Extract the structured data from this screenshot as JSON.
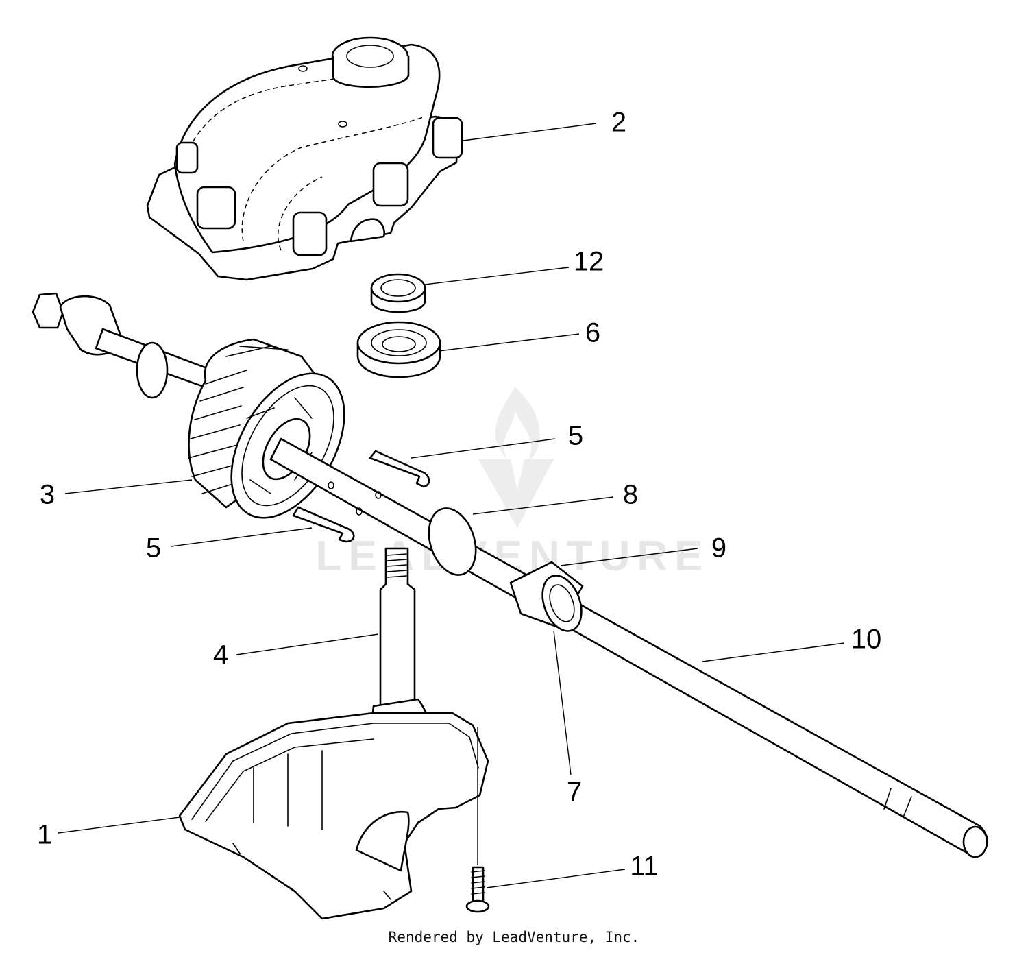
{
  "watermark": {
    "text": "LEADVENTURE"
  },
  "footer": {
    "credit": "Rendered by LeadVenture, Inc."
  },
  "callouts": [
    {
      "id": "c1",
      "label": "1"
    },
    {
      "id": "c2",
      "label": "2"
    },
    {
      "id": "c3",
      "label": "3"
    },
    {
      "id": "c4",
      "label": "4"
    },
    {
      "id": "c5a",
      "label": "5"
    },
    {
      "id": "c5b",
      "label": "5"
    },
    {
      "id": "c6",
      "label": "6"
    },
    {
      "id": "c7",
      "label": "7"
    },
    {
      "id": "c8",
      "label": "8"
    },
    {
      "id": "c9",
      "label": "9"
    },
    {
      "id": "c10",
      "label": "10"
    },
    {
      "id": "c11",
      "label": "11"
    },
    {
      "id": "c12",
      "label": "12"
    }
  ]
}
